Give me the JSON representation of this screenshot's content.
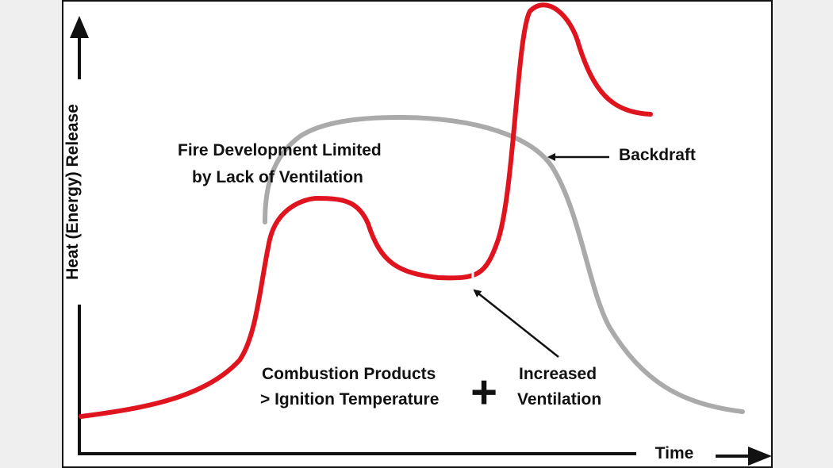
{
  "diagram": {
    "y_axis_label": "Heat (Energy) Release",
    "x_axis_label": "Time",
    "annotations": {
      "fire_limited_line1": "Fire Development Limited",
      "fire_limited_line2": "by Lack of Ventilation",
      "backdraft": "Backdraft",
      "combustion_line1": "Combustion Products",
      "combustion_line2": "> Ignition Temperature",
      "plus": "+",
      "ventilation_line1": "Increased",
      "ventilation_line2": "Ventilation"
    },
    "colors": {
      "backdraft_curve": "#e0141e",
      "ventilated_curve": "#aaaaaa",
      "axes": "#111111",
      "background": "#ffffff"
    }
  }
}
